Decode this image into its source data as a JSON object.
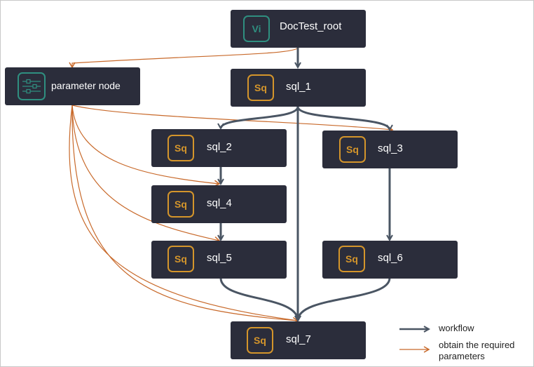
{
  "nodes": {
    "root": {
      "badge": "Vi",
      "label": "DocTest_root"
    },
    "param": {
      "label": "parameter node"
    },
    "sql_1": {
      "badge": "Sq",
      "label": "sql_1"
    },
    "sql_2": {
      "badge": "Sq",
      "label": "sql_2"
    },
    "sql_3": {
      "badge": "Sq",
      "label": "sql_3"
    },
    "sql_4": {
      "badge": "Sq",
      "label": "sql_4"
    },
    "sql_5": {
      "badge": "Sq",
      "label": "sql_5"
    },
    "sql_6": {
      "badge": "Sq",
      "label": "sql_6"
    },
    "sql_7": {
      "badge": "Sq",
      "label": "sql_7"
    }
  },
  "legend": {
    "workflow": "workflow",
    "params_line1": "obtain the required",
    "params_line2": "parameters"
  },
  "colors": {
    "node_bg": "#2b2d3b",
    "workflow_edge": "#4a5563",
    "param_edge": "#c8692a",
    "badge_sql": "#d4952b",
    "badge_teal": "#2f8f80"
  }
}
